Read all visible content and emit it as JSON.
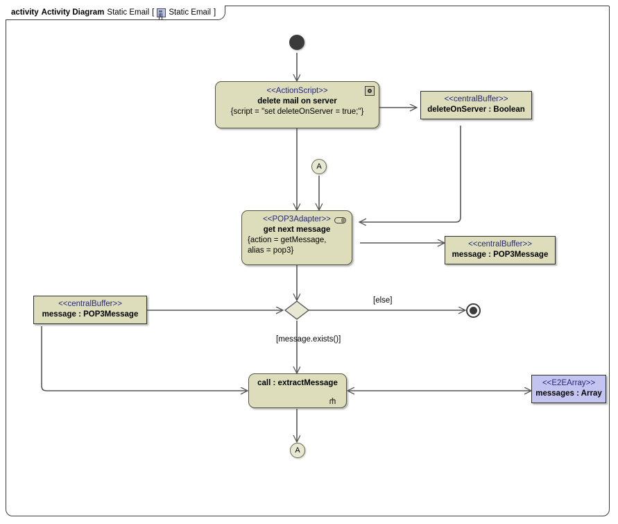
{
  "frame": {
    "keyword": "activity",
    "type_label": "Activity Diagram",
    "diagram_name": "Static Email",
    "bracket_open": "[",
    "context_icon": "activity-diagram-icon",
    "context_name": "Static Email",
    "bracket_close": "]"
  },
  "colors": {
    "node_fill": "#ddddbb",
    "array_fill": "#c4c4f0",
    "stereotype_text": "#26267a",
    "line": "#555555",
    "border": "#2f2f2f"
  },
  "nodes": {
    "initial": {
      "name": "initial-node",
      "label": ""
    },
    "delete_mail": {
      "stereotype": "<<ActionScript>>",
      "name": "delete mail on server",
      "property": "{script = \"set deleteOnServer = true;\"}",
      "icon": "script-icon"
    },
    "delete_on_server_buffer": {
      "stereotype": "<<centralBuffer>>",
      "name": "deleteOnServer : Boolean"
    },
    "connector_a_top": {
      "label": "A"
    },
    "get_next_message": {
      "stereotype": "<<POP3Adapter>>",
      "name": "get next message",
      "property_line1": "{action = getMessage,",
      "property_line2": "alias = pop3}",
      "icon": "pill-icon"
    },
    "message_buffer_right": {
      "stereotype": "<<centralBuffer>>",
      "name": "message : POP3Message"
    },
    "message_buffer_left": {
      "stereotype": "<<centralBuffer>>",
      "name": "message : POP3Message"
    },
    "decision": {
      "name": "decision-node"
    },
    "final": {
      "name": "activity-final-node"
    },
    "extract_message": {
      "name": "call : extractMessage",
      "icon": "rake-icon"
    },
    "messages_array": {
      "stereotype": "<<E2EArray>>",
      "name": "messages : Array"
    },
    "connector_a_bottom": {
      "label": "A"
    }
  },
  "edge_labels": {
    "else": "[else]",
    "message_exists": "[message.exists()]"
  }
}
